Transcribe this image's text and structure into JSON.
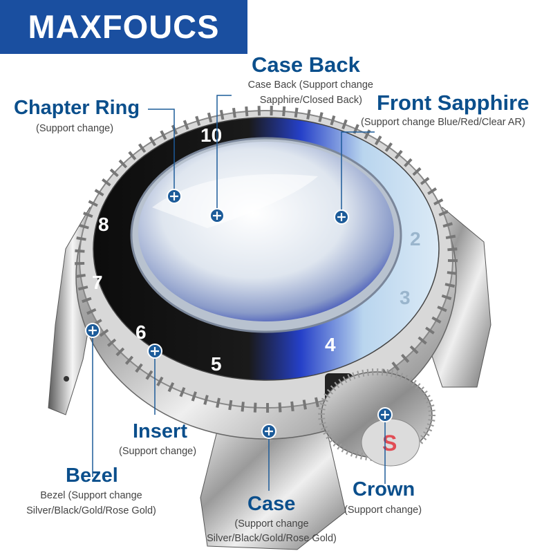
{
  "brand": "MAXFOUCS",
  "bezel_numbers": [
    "10",
    "8",
    "7",
    "6",
    "5",
    "4",
    "3",
    "2"
  ],
  "callouts": {
    "case_back": {
      "title": "Case Back",
      "line1": "Case Back (Support change",
      "line2": "Sapphire/Closed Back)"
    },
    "chapter_ring": {
      "title": "Chapter Ring",
      "line1": "(Support change)"
    },
    "front_sapphire": {
      "title": "Front Sapphire",
      "line1": "(Support change Blue/Red/Clear AR)"
    },
    "insert": {
      "title": "Insert",
      "line1": "(Support change)"
    },
    "bezel": {
      "title": "Bezel",
      "line1": "Bezel (Support change",
      "line2": "Silver/Black/Gold/Rose Gold)"
    },
    "case": {
      "title": "Case",
      "line1": "(Support change",
      "line2": "Silver/Black/Gold/Rose Gold)"
    },
    "crown": {
      "title": "Crown",
      "line1": "(Support change)"
    }
  },
  "crown_mark": "S",
  "colors": {
    "accent": "#0b4f8c",
    "logo_bg": "#1a4fa0",
    "bezel_dark": "#111111",
    "bezel_light": "#cfe4f3",
    "bezel_blue": "#1b3fbf"
  }
}
